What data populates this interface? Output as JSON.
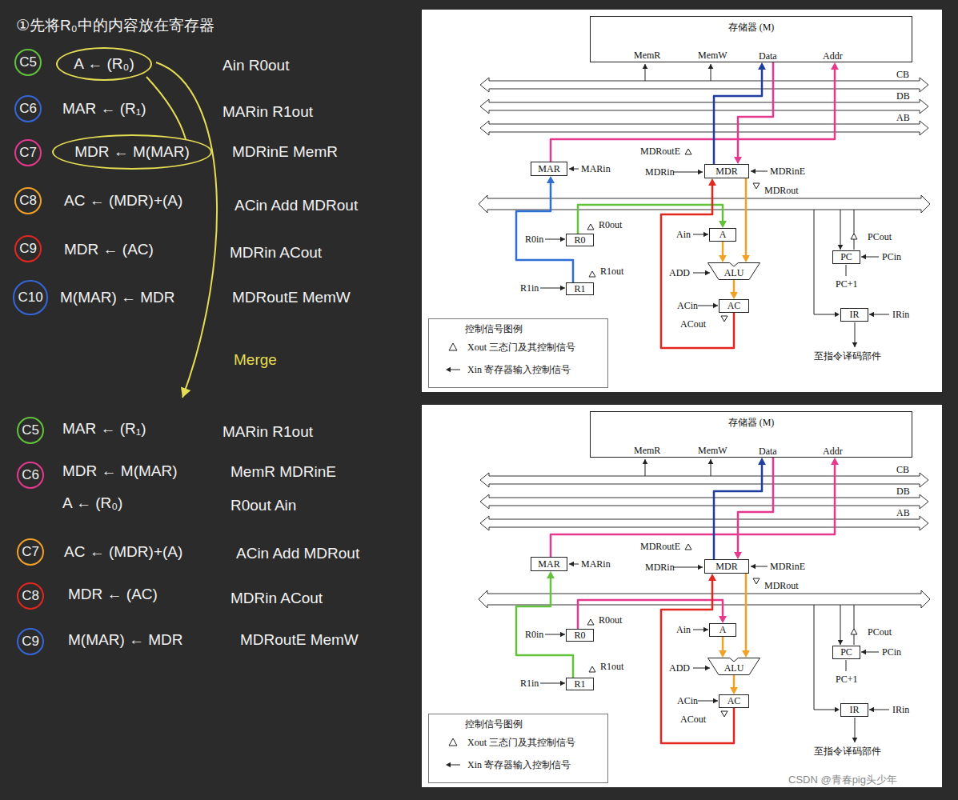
{
  "diagram": {
    "nodes": [
      {
        "text": [
          "C5"
        ]
      },
      {
        "text": [
          "A ← (R₀)"
        ]
      },
      {
        "text": [
          "C6"
        ]
      },
      {
        "text": [
          "C7"
        ]
      },
      {
        "text": [
          "MDR ← M(MAR)"
        ]
      },
      {
        "text": [
          "C8"
        ]
      },
      {
        "text": [
          "C9"
        ]
      },
      {
        "text": [
          "C10"
        ]
      },
      {
        "text": [
          "C5"
        ]
      },
      {
        "text": [
          "C6"
        ]
      },
      {
        "text": [
          "C7"
        ]
      },
      {
        "text": [
          "C8"
        ]
      },
      {
        "text": [
          "C9"
        ]
      },
      {
        "text": [
          "存储器 (M)"
        ]
      },
      {
        "text": [
          "MAR"
        ]
      },
      {
        "text": [
          "MDR"
        ]
      },
      {
        "text": [
          "R0"
        ]
      },
      {
        "text": [
          "A"
        ]
      },
      {
        "text": [
          "ALU"
        ]
      },
      {
        "text": [
          "R1"
        ]
      },
      {
        "text": [
          "AC"
        ]
      },
      {
        "text": [
          "PC"
        ]
      },
      {
        "text": [
          "IR"
        ]
      },
      {
        "text": [
          "控制信号图例"
        ]
      },
      {
        "text": [
          "存储器 (M)"
        ]
      },
      {
        "text": [
          "MAR"
        ]
      },
      {
        "text": [
          "MDR"
        ]
      },
      {
        "text": [
          "R0"
        ]
      },
      {
        "text": [
          "A"
        ]
      },
      {
        "text": [
          "ALU"
        ]
      },
      {
        "text": [
          "R1"
        ]
      },
      {
        "text": [
          "AC"
        ]
      },
      {
        "text": [
          "PC"
        ]
      },
      {
        "text": [
          "IR"
        ]
      },
      {
        "text": [
          "控制信号图例"
        ]
      }
    ],
    "edges": [
      {
        "from": 16,
        "to": 17,
        "arrow": "to"
      },
      {
        "from": 19,
        "to": 14,
        "arrow": "to"
      },
      {
        "from": 14,
        "to": 13,
        "arrow": "to"
      },
      {
        "from": 13,
        "to": 15,
        "arrow": "to"
      },
      {
        "from": 15,
        "to": 13,
        "arrow": "to"
      },
      {
        "from": 15,
        "to": 18,
        "arrow": "to"
      },
      {
        "from": 17,
        "to": 18,
        "arrow": "to"
      },
      {
        "from": 18,
        "to": 20,
        "arrow": "to"
      },
      {
        "from": 20,
        "to": 15,
        "arrow": "to"
      },
      {
        "from": 27,
        "to": 28,
        "arrow": "to"
      },
      {
        "from": 30,
        "to": 25,
        "arrow": "to"
      },
      {
        "from": 25,
        "to": 24,
        "arrow": "to"
      },
      {
        "from": 24,
        "to": 26,
        "arrow": "to"
      },
      {
        "from": 26,
        "to": 24,
        "arrow": "to"
      },
      {
        "from": 26,
        "to": 29,
        "arrow": "to"
      },
      {
        "from": 28,
        "to": 29,
        "arrow": "to"
      },
      {
        "from": 29,
        "to": 31,
        "arrow": "to"
      },
      {
        "from": 31,
        "to": 26,
        "arrow": "to"
      }
    ],
    "labels": [
      "①先将R₀中的内容放在寄存器",
      "Ain R0out",
      "MAR ← (R₁)",
      "MARin R1out",
      "MDRinE MemR",
      "AC ← (MDR)+(A)",
      "ACin Add MDRout",
      "MDR ← (AC)",
      "MDRin ACout",
      "M(MAR) ← MDR",
      "MDRoutE MemW",
      "Merge",
      "MAR ← (R₁)",
      "MARin R1out",
      "MDR ← M(MAR)",
      "A ← (R₀)",
      "MemR MDRinE",
      "R0out Ain",
      "AC ← (MDR)+(A)",
      "ACin Add MDRout",
      "MDR ← (AC)",
      "MDRin ACout",
      "M(MAR) ← MDR",
      "MDRoutE MemW",
      "MemR",
      "MemW",
      "Data",
      "Addr",
      "CB",
      "DB",
      "AB",
      "MARin",
      "MDRoutE",
      "MDRin",
      "MDRinE",
      "MDRout",
      "R0out",
      "R0in",
      "R1out",
      "R1in",
      "Ain",
      "ADD",
      "ACin",
      "ACout",
      "PCout",
      "PCin",
      "PC+1",
      "IRin",
      "至指令译码部件",
      "MemR",
      "MemW",
      "Data",
      "Addr",
      "CB",
      "DB",
      "AB",
      "MARin",
      "MDRoutE",
      "MDRin",
      "MDRinE",
      "MDRout",
      "R0out",
      "R0in",
      "R1out",
      "R1in",
      "Ain",
      "ADD",
      "ACin",
      "ACout",
      "PCout",
      "PCin",
      "PC+1",
      "IRin",
      "至指令译码部件",
      "CSDN @青春pig头少年"
    ],
    "legend": [
      {
        "text": "Xout 三态门及其控制信号"
      },
      {
        "text": "Xin 寄存器输入控制信号"
      },
      {
        "text": "Xout 三态门及其控制信号"
      },
      {
        "text": "Xin 寄存器输入控制信号"
      }
    ]
  }
}
